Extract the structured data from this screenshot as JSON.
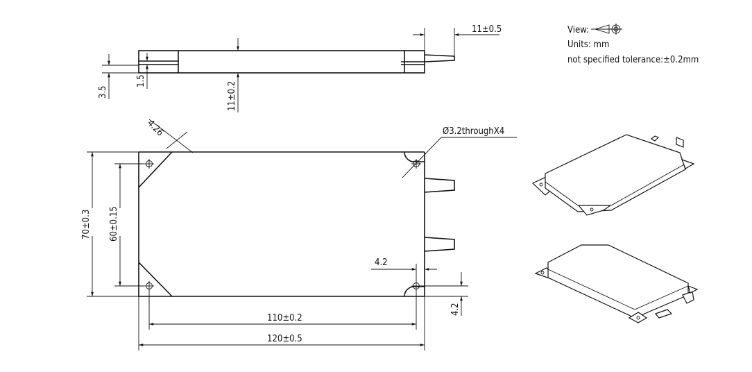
{
  "notes": {
    "view_label": "View:",
    "units": "Units: mm",
    "tolerance": "not specified tolerance:±0.2mm"
  },
  "side_view": {
    "dim_connector": "11±0.5",
    "dim_slot_offset": "3.5",
    "dim_slot_width": "1.5",
    "dim_height": "11±0.2"
  },
  "plan_view": {
    "dim_chamfer": "4.26",
    "dim_hole_note": "Ø3.2throughX4",
    "dim_height_total": "70±0.3",
    "dim_hole_spacing_v": "60±0.15",
    "dim_hole_spacing_h": "110±0.2",
    "dim_width_total": "120±0.5",
    "dim_hole_offset_x": "4.2",
    "dim_hole_offset_y": "4.2"
  }
}
